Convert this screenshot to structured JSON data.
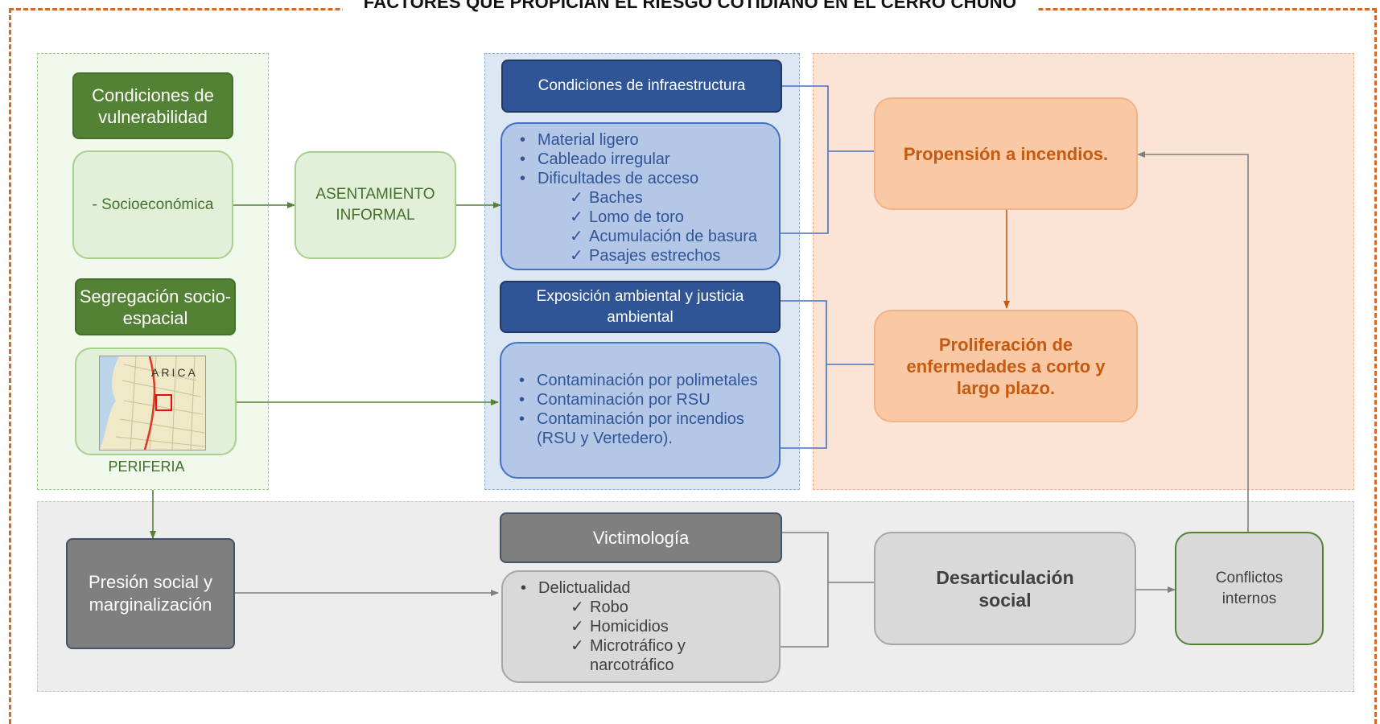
{
  "title": "FACTORES QUE PROPICIAN EL RIESGO COTIDIANO EN EL CERRO CHUÑO",
  "colors": {
    "frame": "#d26a2a",
    "green_dark": "#548235",
    "green_light": "#e2f0d9",
    "blue_dark": "#2f5597",
    "blue_light": "#b4c7e7",
    "orange": "#f9c9a6",
    "orange_text": "#c55a11",
    "gray_dark": "#7f7f7f",
    "gray_light": "#d9d9d9"
  },
  "left": {
    "vulnerabilidad": "Condiciones de vulnerabilidad",
    "socioeconomica": "- Socioeconómica",
    "segregacion": "Segregación socio-espacial",
    "map_label": "ARICA",
    "periferia": "PERIFERIA"
  },
  "asentamiento": "ASENTAMIENTO INFORMAL",
  "infra": {
    "header": "Condiciones de infraestructura",
    "bullets": [
      "Material ligero",
      "Cableado irregular",
      "Dificultades de acceso"
    ],
    "checks": [
      "Baches",
      "Lomo de toro",
      "Acumulación de basura",
      "Pasajes estrechos"
    ]
  },
  "exposicion": {
    "header": "Exposición ambiental y justicia ambiental",
    "bullets": [
      "Contaminación por polimetales",
      "Contaminación por RSU",
      "Contaminación por incendios"
    ],
    "continuation": "(RSU y Vertedero)."
  },
  "effects": {
    "propension": "Propensión a incendios.",
    "proliferacion": "Proliferación de enfermedades a corto y largo plazo."
  },
  "bottom": {
    "presion": "Presión social y marginalización",
    "victimologia": "Victimología",
    "bullet": "Delictualidad",
    "checks": [
      "Robo",
      "Homicidios",
      "Microtráfico y"
    ],
    "check_continuation": "narcotráfico",
    "desarticulacion": "Desarticulación social",
    "conflictos": "Conflictos internos"
  },
  "icons": {
    "bullet": "•",
    "check": "✓"
  }
}
